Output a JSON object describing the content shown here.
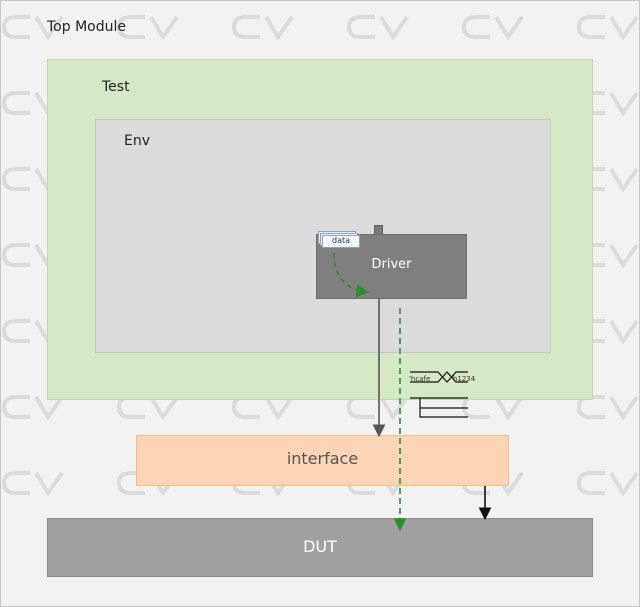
{
  "watermark_text": "CV",
  "colors": {
    "background": "#f2f2f2",
    "test": "#d6e9c6",
    "env": "#dcdcdc",
    "driver": "#7f7f7f",
    "interface": "#fbd5b5",
    "dut": "#a0a0a0",
    "flow_arrow": "#2e8b2e",
    "solid_arrow": "#555555"
  },
  "diagram": {
    "top_module": "Top Module",
    "test": "Test",
    "env": "Env",
    "driver": "Driver",
    "data_item": "data",
    "interface": "interface",
    "dut": "DUT",
    "waveform": {
      "value_1": "'hcafe",
      "value_2": "'h1234"
    }
  }
}
